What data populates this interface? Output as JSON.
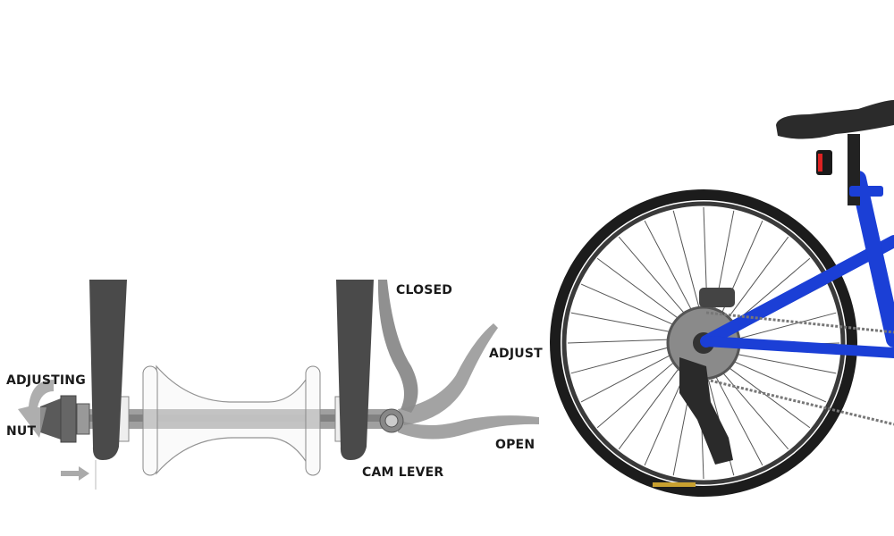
{
  "labels": {
    "adjusting_nut_line1": "ADJUSTING",
    "adjusting_nut_line2": "NUT",
    "closed": "CLOSED",
    "adjust": "ADJUST",
    "open": "OPEN",
    "cam_lever": "CAM LEVER"
  },
  "colors": {
    "frame": "#1b3fd6",
    "fork": "#4a4a4a",
    "tire": "#1c1c1c",
    "label_text": "#1a1a1a"
  }
}
